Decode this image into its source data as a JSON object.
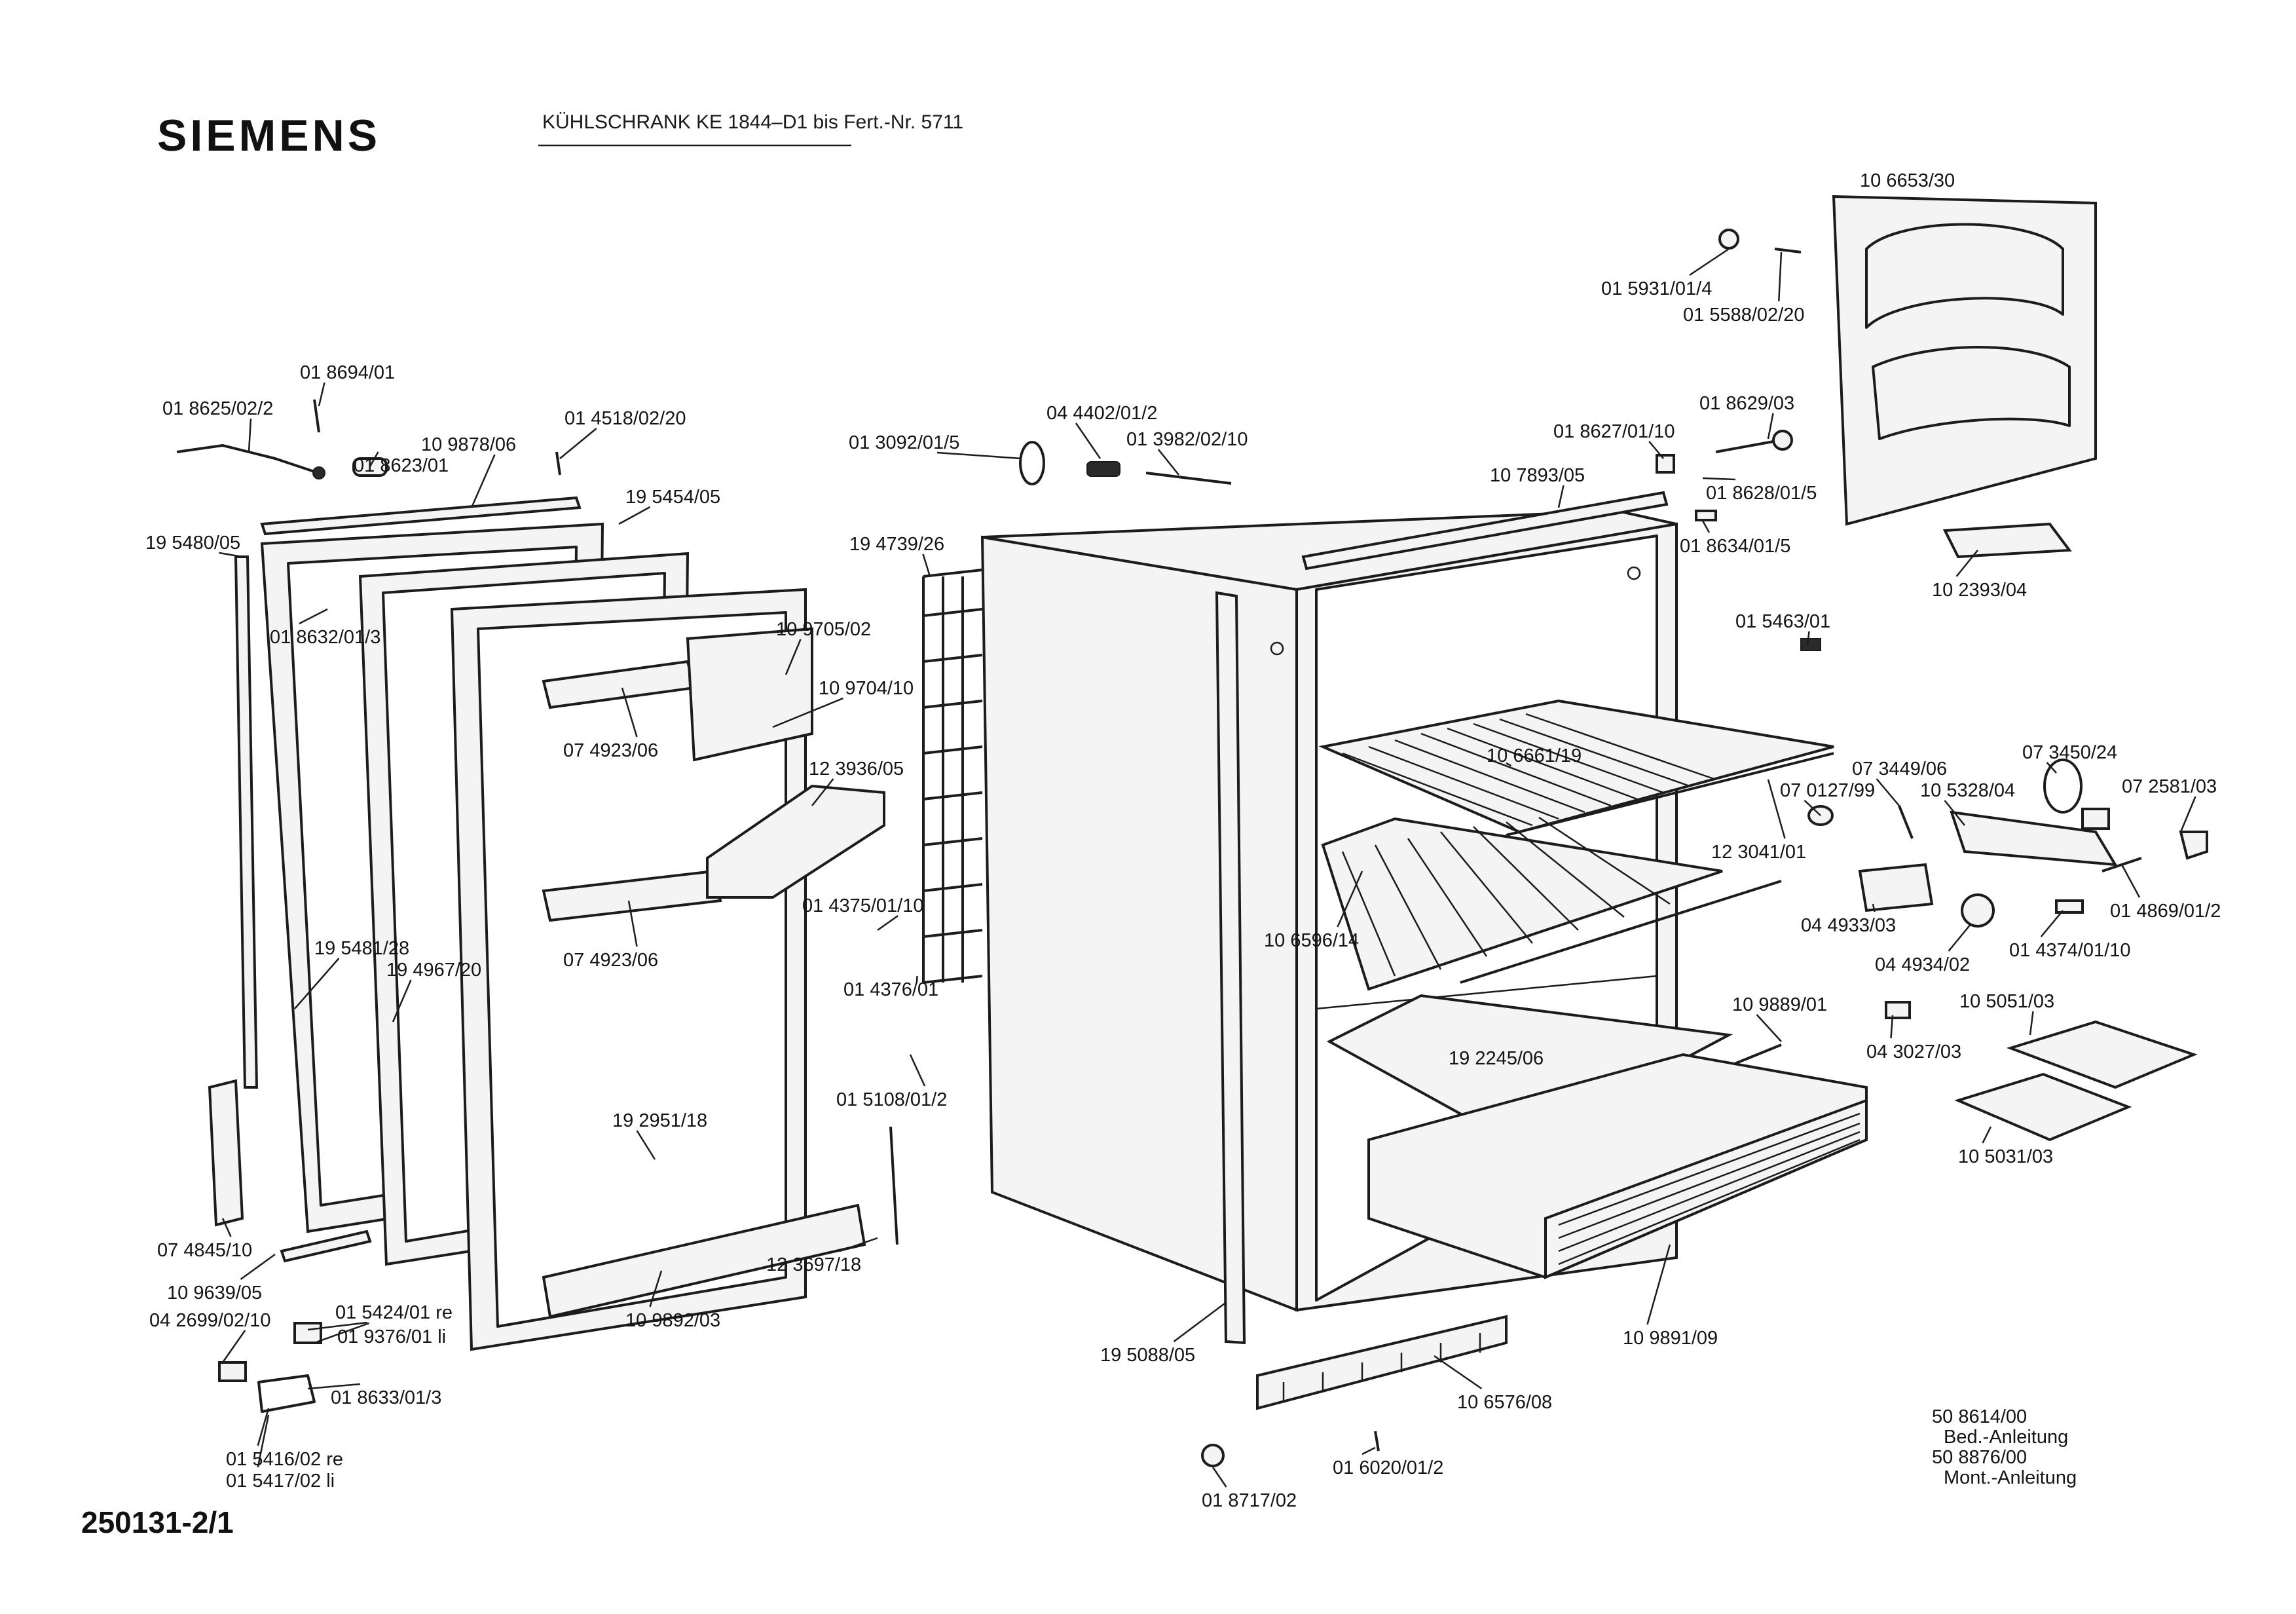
{
  "header": {
    "brand": "SIEMENS",
    "title": "KÜHLSCHRANK   KE 1844–D1  bis Fert.-Nr. 5711",
    "doc_number": "250131-2/1"
  },
  "notes": {
    "l1": "50 8614/00",
    "l2": "Bed.-Anleitung",
    "l3": "50 8876/00",
    "l4": "Mont.-Anleitung"
  },
  "labels": [
    "10 6653/30",
    "01 5931/01/4",
    "01 5588/02/20",
    "01 8629/03",
    "01 8627/01/10",
    "01 8628/01/5",
    "10 7893/05",
    "01 8634/01/5",
    "10 2393/04",
    "01 5463/01",
    "01 8694/01",
    "01 8625/02/2",
    "01 4518/02/20",
    "10 9878/06",
    "01 8623/01",
    "19 5454/05",
    "19 5480/05",
    "01 8632/01/3",
    "04 4402/01/2",
    "01 3092/01/5",
    "01 3982/02/10",
    "19 4739/26",
    "10 9705/02",
    "10 9704/10",
    "07 4923/06",
    "12 3936/05",
    "07 4923/06",
    "01 4375/01/10",
    "01 4376/01",
    "19 5481/28",
    "19 4967/20",
    "01 5108/01/2",
    "19 2951/18",
    "12 3697/18",
    "10 9892/03",
    "07 4845/10",
    "10 9639/05",
    "04 2699/02/10",
    "01 5424/01 re",
    "01 9376/01 li",
    "01 8633/01/3",
    "01 5416/02 re",
    "01 5417/02 li",
    "10 6661/19",
    "12 3041/01",
    "10 6596/14",
    "10 9889/01",
    "19 2245/06",
    "10 9891/09",
    "10 6576/08",
    "19 5088/05",
    "01 6020/01/2",
    "01 8717/02",
    "07 3449/06",
    "07 3450/24",
    "07 0127/99",
    "10 5328/04",
    "07 2581/03",
    "04 4933/03",
    "04 4934/02",
    "01 4374/01/10",
    "01 4869/01/2",
    "04 3027/03",
    "10 5051/03",
    "10 5031/03"
  ]
}
